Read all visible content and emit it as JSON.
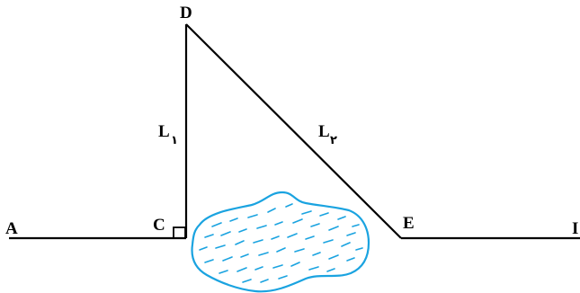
{
  "diagram": {
    "points": {
      "A": "A",
      "C": "C",
      "D": "D",
      "E": "E",
      "I": "I"
    },
    "segments": {
      "L1": {
        "letter": "L",
        "subscript": "۱"
      },
      "L2": {
        "letter": "L",
        "subscript": "۲"
      }
    },
    "colors": {
      "lines": "#000000",
      "lake": "#1aa3e0"
    },
    "icons": {
      "right_angle": "right-angle-marker",
      "lake": "lake-shape"
    }
  }
}
